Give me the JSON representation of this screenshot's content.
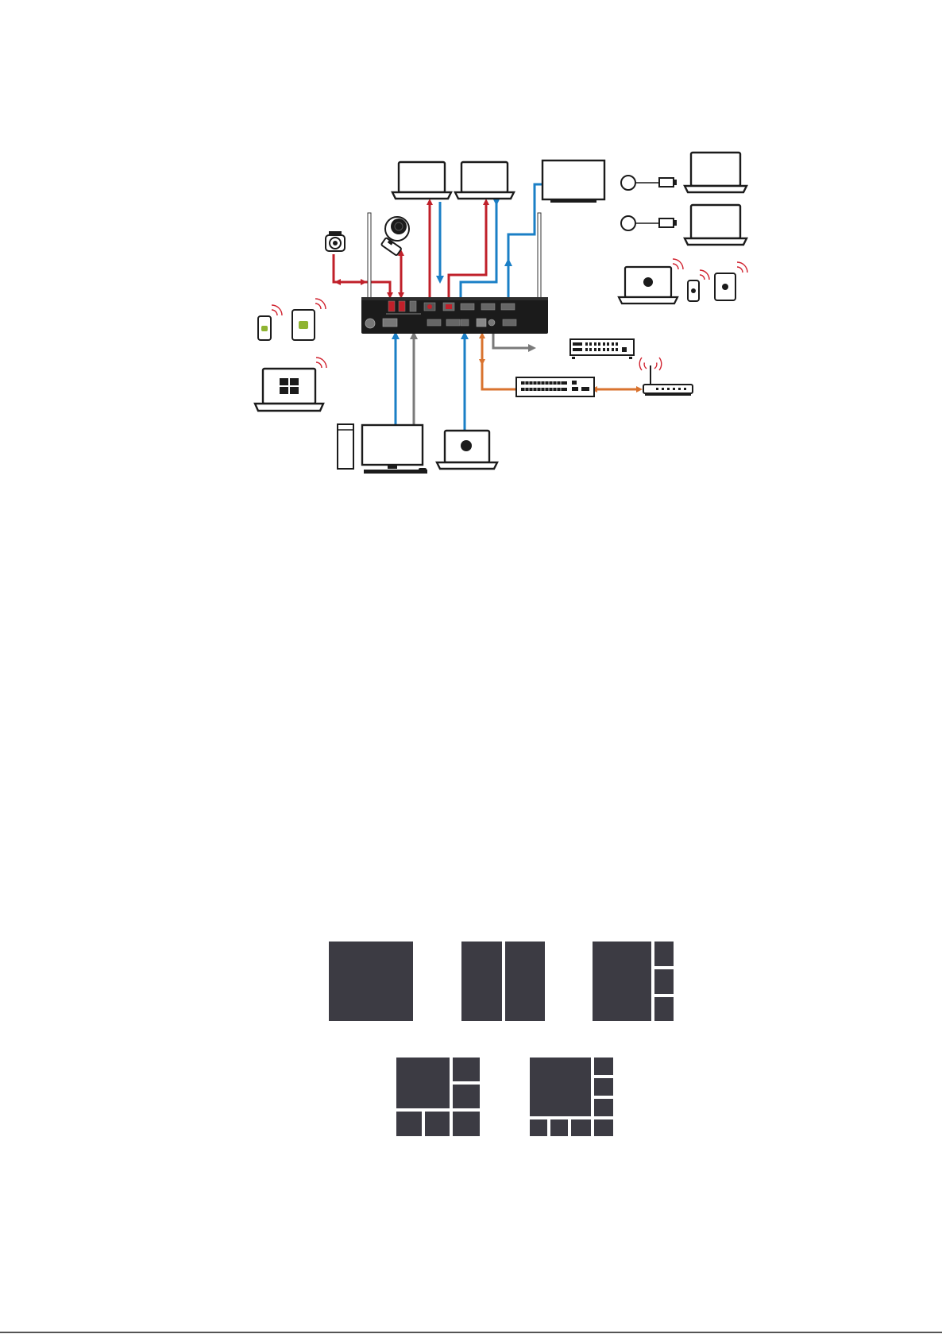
{
  "colors": {
    "usb_link": "#c0202a",
    "video_link": "#1a7fc6",
    "control_link": "#7a7a7a",
    "network_link": "#d9732f",
    "wifi_signal": "#d0212e",
    "device_fill": "#1b1b1b",
    "layout_tile": "#3c3b43"
  },
  "icons": {
    "main_unit": "presentation-switcher-icon",
    "antenna": "wifi-antenna-icon",
    "camera": "usb-camera-icon",
    "speakerphone": "speakerphone-icon",
    "usb_stick": "usb-drive-icon",
    "laptop": "laptop-icon",
    "tv": "display-icon",
    "dongle": "wireless-button-dongle-icon",
    "android_phone": "android-phone-icon",
    "android_tablet": "android-tablet-icon",
    "windows_laptop": "windows-laptop-icon",
    "apple_laptop": "apple-laptop-icon",
    "iphone": "apple-phone-icon",
    "ipad": "apple-tablet-icon",
    "desktop_pc": "desktop-computer-icon",
    "control_box": "control-system-icon",
    "network_switch": "network-switch-icon",
    "router": "wifi-router-icon"
  },
  "layouts": [
    {
      "name": "single",
      "tiles": 1
    },
    {
      "name": "dual",
      "tiles": 2
    },
    {
      "name": "one-plus-three",
      "tiles": 4
    },
    {
      "name": "one-plus-five",
      "tiles": 6
    },
    {
      "name": "one-plus-seven",
      "tiles": 8
    }
  ]
}
